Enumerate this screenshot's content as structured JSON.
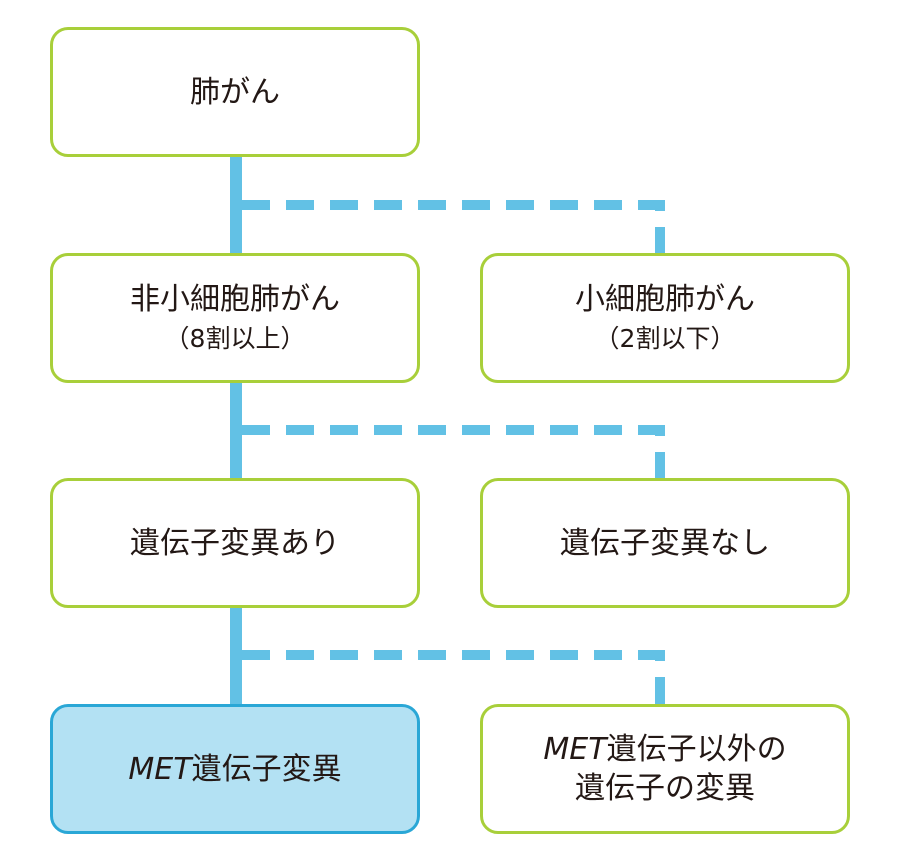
{
  "colors": {
    "box_border": "#a8cf3a",
    "connector": "#62c1e5",
    "highlight_fill": "#b3e1f3",
    "highlight_border": "#2aa7d6",
    "text": "#231815"
  },
  "nodes": {
    "lung_cancer": {
      "label": "肺がん"
    },
    "nsclc": {
      "label": "非小細胞肺がん",
      "sub": "（8割以上）"
    },
    "sclc": {
      "label": "小細胞肺がん",
      "sub": "（2割以下）"
    },
    "mutation_yes": {
      "label": "遺伝子変異あり"
    },
    "mutation_no": {
      "label": "遺伝子変異なし"
    },
    "met": {
      "italic": "MET",
      "rest": "遺伝子変異"
    },
    "non_met": {
      "italic": "MET",
      "line1_rest": "遺伝子以外の",
      "line2": "遺伝子の変異"
    }
  }
}
